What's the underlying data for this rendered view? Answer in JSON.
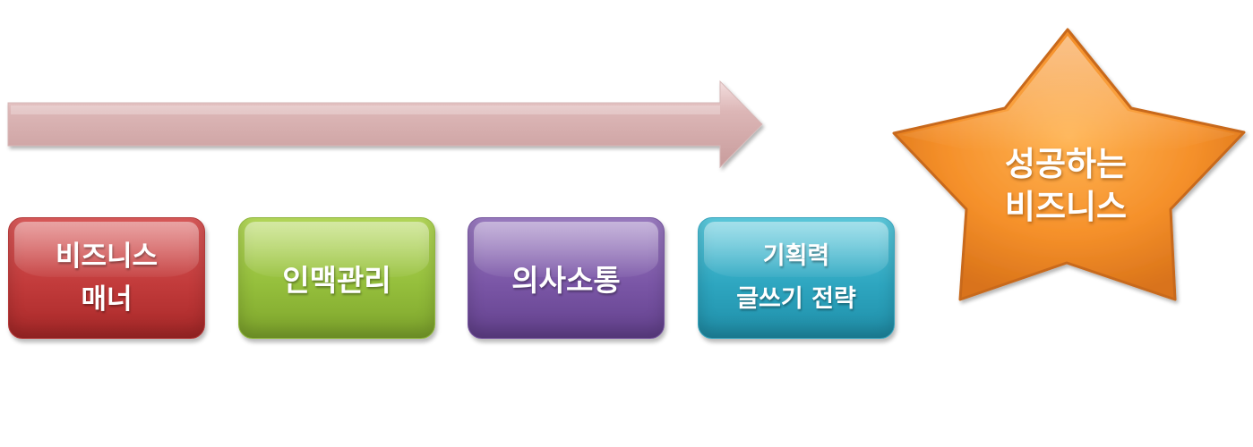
{
  "flow": {
    "steps": [
      {
        "lines": [
          "비즈니스",
          "매너"
        ],
        "color": "#c23b3b"
      },
      {
        "lines": [
          "인맥관리"
        ],
        "color": "#95bf3c"
      },
      {
        "lines": [
          "의사소통"
        ],
        "color": "#7a56a6"
      },
      {
        "lines": [
          "기획력",
          "글쓰기 전략"
        ],
        "color": "#2ea6c0"
      }
    ],
    "arrow_color": "#d8b0b0"
  },
  "goal": {
    "lines": [
      "성공하는",
      "비즈니스"
    ],
    "shape": "star",
    "color": "#f08a24"
  }
}
